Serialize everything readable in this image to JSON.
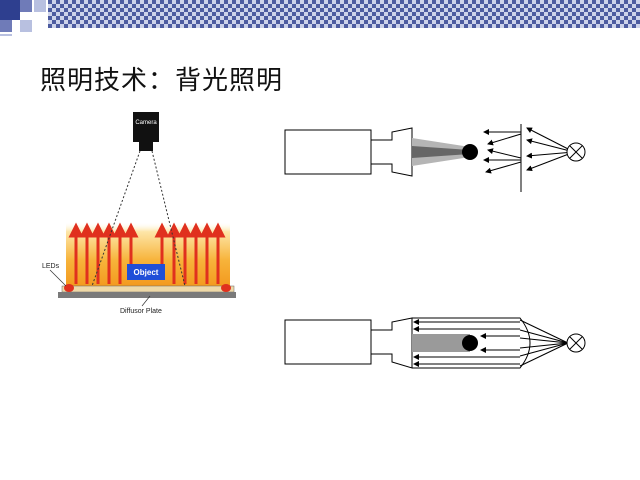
{
  "slide": {
    "title": "照明技术：背光照明"
  },
  "left_diagram": {
    "camera_label": "Camera",
    "object_label": "Object",
    "leds_label": "LEDs",
    "diffuser_label": "Diffusor Plate"
  },
  "colors": {
    "header_square_dark": "#2e3f8f",
    "header_square_light": "#b8c0e0",
    "header_bar": "#2e3f8f",
    "glow_orange": "#f5a623",
    "arrow_red": "#e0301e",
    "object_blue": "#1f4fd8",
    "plate_gray": "#7a7a7a"
  }
}
